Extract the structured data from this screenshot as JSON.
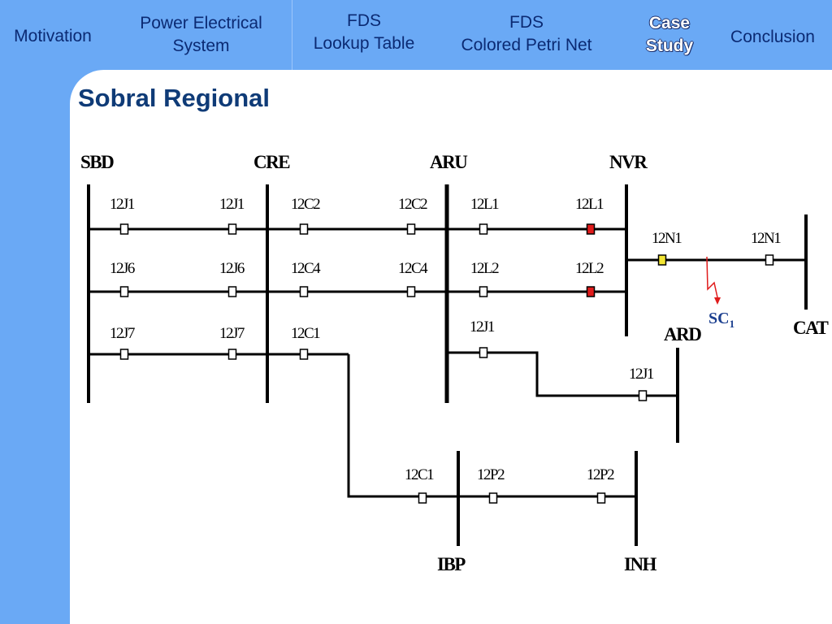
{
  "nav": {
    "items": [
      {
        "label": "Motivation"
      },
      {
        "label": "Power Electrical\nSystem"
      },
      {
        "label": "FDS\nLookup Table"
      },
      {
        "label": "FDS\nColored Petri Net"
      },
      {
        "label": "Case\nStudy"
      },
      {
        "label": "Conclusion"
      }
    ]
  },
  "page": {
    "title": "Sobral Regional"
  },
  "diagram": {
    "buses": [
      "SBD",
      "CRE",
      "ARU",
      "NVR",
      "CAT",
      "ARD",
      "IBP",
      "INH"
    ],
    "breakers": [
      {
        "label": "12J1",
        "state": "closed"
      },
      {
        "label": "12J1",
        "state": "closed"
      },
      {
        "label": "12C2",
        "state": "closed"
      },
      {
        "label": "12C2",
        "state": "closed"
      },
      {
        "label": "12L1",
        "state": "closed"
      },
      {
        "label": "12L1",
        "state": "tripped"
      },
      {
        "label": "12J6",
        "state": "closed"
      },
      {
        "label": "12J6",
        "state": "closed"
      },
      {
        "label": "12C4",
        "state": "closed"
      },
      {
        "label": "12C4",
        "state": "closed"
      },
      {
        "label": "12L2",
        "state": "closed"
      },
      {
        "label": "12L2",
        "state": "tripped"
      },
      {
        "label": "12J7",
        "state": "closed"
      },
      {
        "label": "12J7",
        "state": "closed"
      },
      {
        "label": "12C1",
        "state": "closed"
      },
      {
        "label": "12J1",
        "state": "closed"
      },
      {
        "label": "12J1",
        "state": "closed"
      },
      {
        "label": "12N1",
        "state": "alarm"
      },
      {
        "label": "12N1",
        "state": "closed"
      },
      {
        "label": "12C1",
        "state": "closed"
      },
      {
        "label": "12P2",
        "state": "closed"
      },
      {
        "label": "12P2",
        "state": "closed"
      }
    ],
    "fault": {
      "label": "SC",
      "subscript": "1"
    },
    "colors": {
      "closed": "#ffffff",
      "tripped": "#e01b1b",
      "alarm": "#f2e533",
      "fault": "#e01b1b",
      "line": "#000000"
    }
  }
}
